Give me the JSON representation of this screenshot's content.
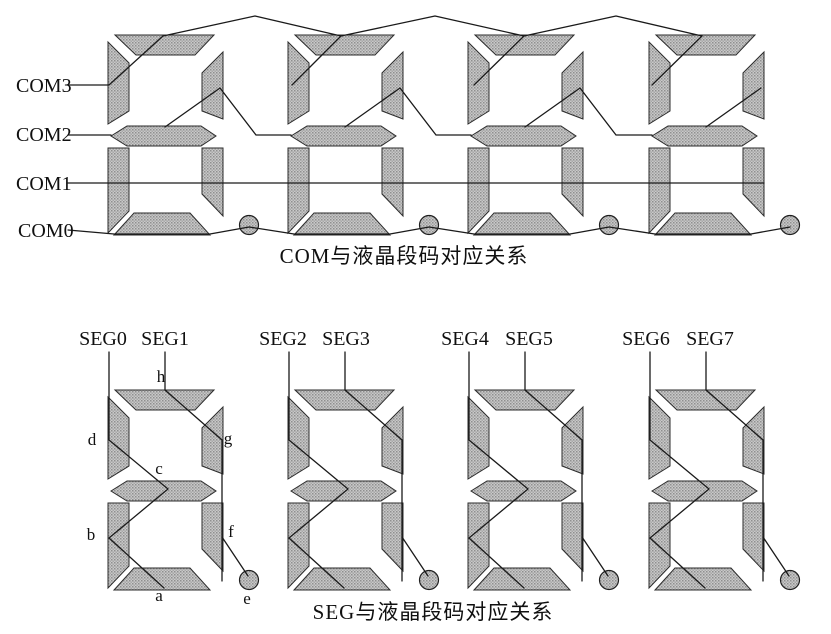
{
  "figure": {
    "background": "#ffffff",
    "line_color": "#1a1a1a",
    "segment_fill": "#c9c9c9",
    "segment_dot_dark": "#8f8f8f",
    "segment_dot_mid": "#a8a8a8",
    "segment_outline": "#2b2b2b"
  },
  "com_diagram": {
    "caption": "COM与液晶段码对应关系",
    "com_labels": [
      "COM3",
      "COM2",
      "COM1",
      "COM0"
    ]
  },
  "seg_diagram": {
    "caption": "SEG与液晶段码对应关系",
    "seg_labels": [
      "SEG0",
      "SEG1",
      "SEG2",
      "SEG3",
      "SEG4",
      "SEG5",
      "SEG6",
      "SEG7"
    ],
    "segment_letters": {
      "a": "a",
      "b": "b",
      "c": "c",
      "d": "d",
      "e": "e",
      "f": "f",
      "g": "g",
      "h": "h"
    }
  }
}
